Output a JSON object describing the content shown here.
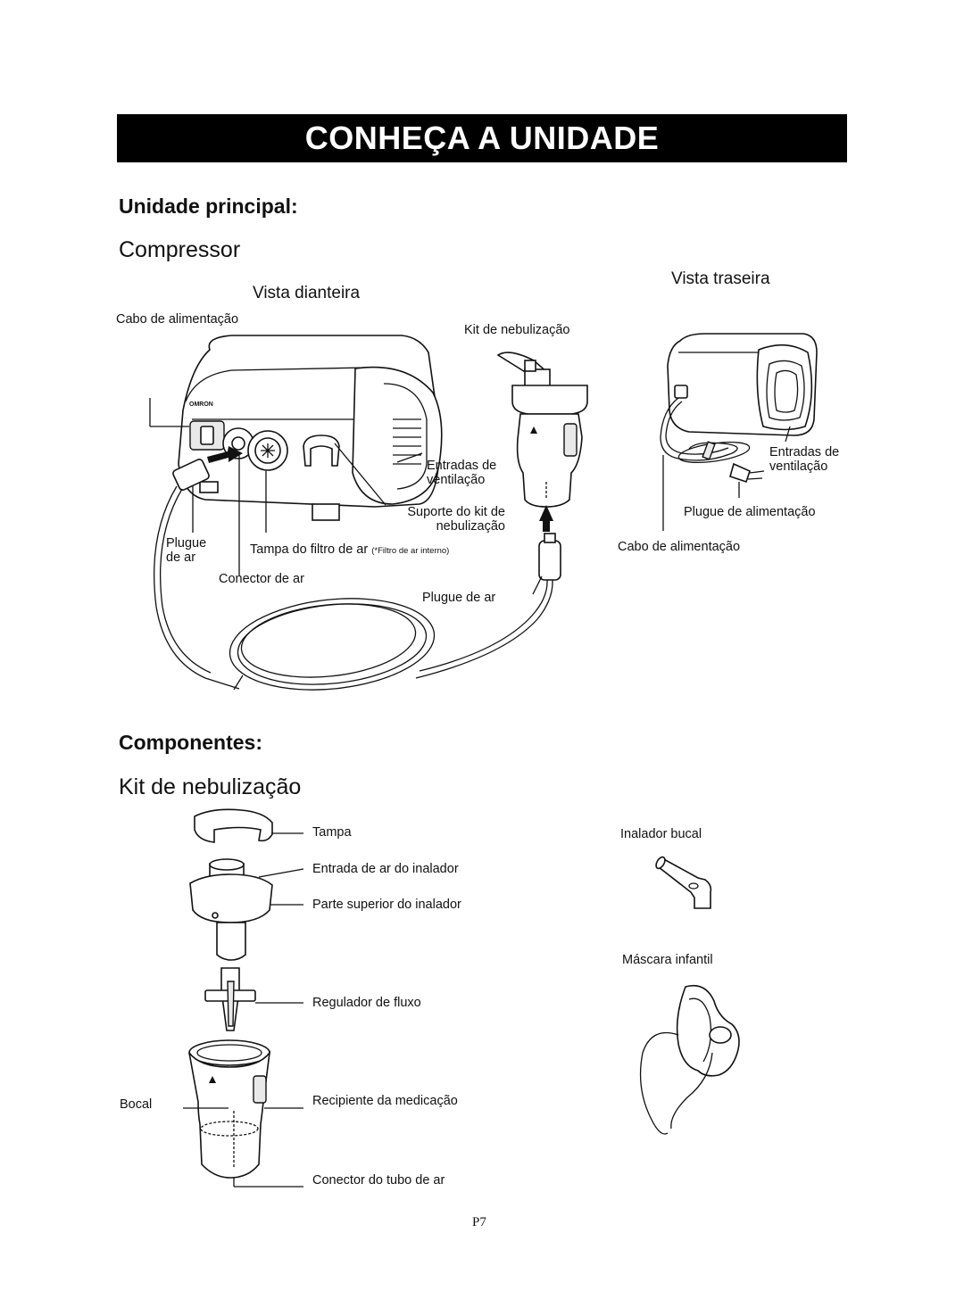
{
  "title": "CONHEÇA A UNIDADE",
  "main_unit": {
    "heading": "Unidade principal:",
    "subheading": "Compressor",
    "front_view": {
      "title": "Vista dianteira",
      "labels": {
        "power_cord": "Cabo de alimentação",
        "neb_kit": "Kit de nebulização",
        "vents": "Entradas de ventilação",
        "kit_holder": "Suporte do kit de nebulização",
        "air_plug_left": "Plugue de ar",
        "filter_cover": "Tampa do filtro de ar",
        "filter_note": "(*Filtro de ar interno)",
        "air_connector": "Conector de ar",
        "air_plug_right": "Plugue de ar"
      },
      "brand": "OMRON"
    },
    "rear_view": {
      "title": "Vista traseira",
      "labels": {
        "vents": "Entradas de ventilação",
        "plug": "Plugue de alimentação",
        "cord": "Cabo de alimentação"
      }
    }
  },
  "components": {
    "heading": "Componentes:",
    "subheading": "Kit de nebulização",
    "parts": {
      "cap": "Tampa",
      "air_inlet": "Entrada de ar do inalador",
      "top": "Parte superior do inalador",
      "regulator": "Regulador de fluxo",
      "container": "Recipiente da medicação",
      "nozzle": "Bocal",
      "tube_connector": "Conector do tubo de ar",
      "mouthpiece": "Inalador bucal",
      "child_mask": "Máscara infantil"
    }
  },
  "page_number": "P7"
}
